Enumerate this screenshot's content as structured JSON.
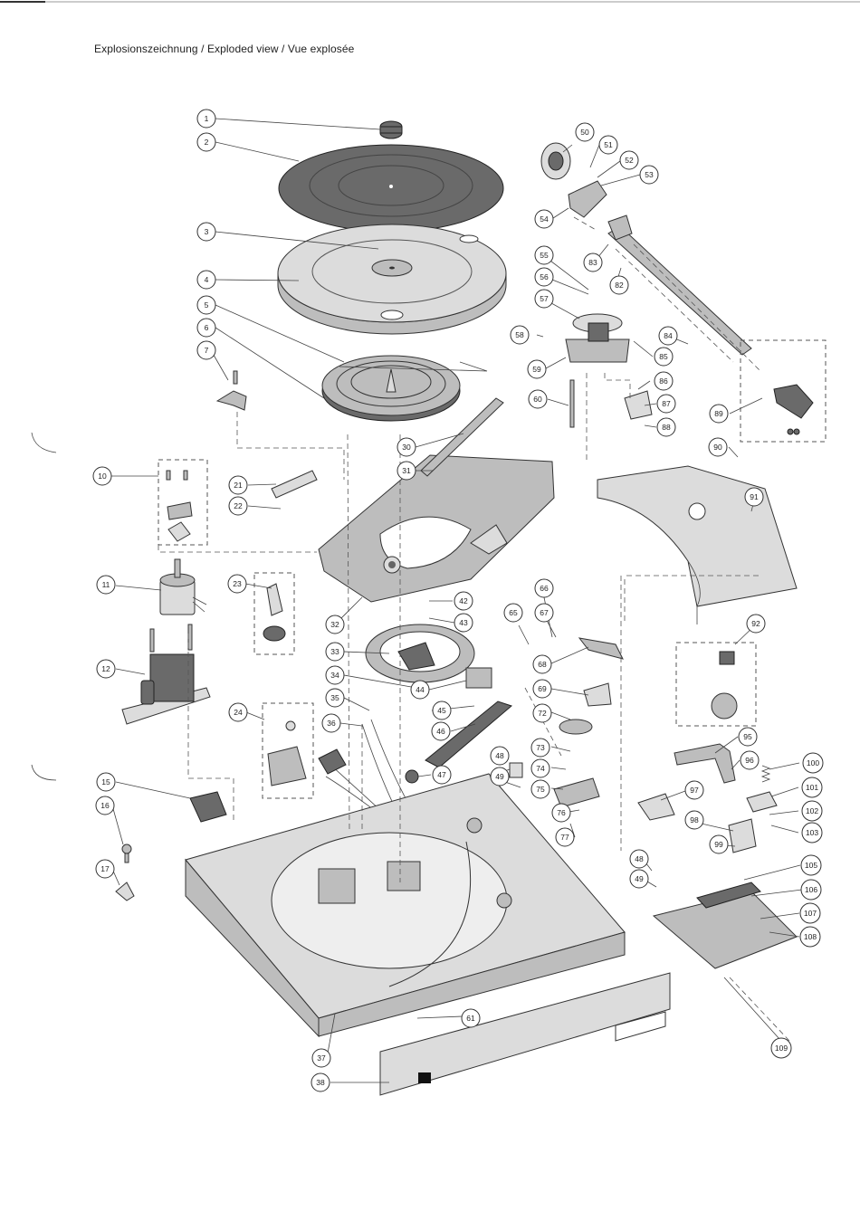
{
  "title": "Explosionszeichnung / Exploded view / Vue explosée",
  "callouts": [
    "1",
    "2",
    "3",
    "4",
    "5",
    "6",
    "7",
    "10",
    "11",
    "12",
    "15",
    "16",
    "17",
    "21",
    "22",
    "23",
    "24",
    "30",
    "31",
    "32",
    "33",
    "34",
    "35",
    "36",
    "37",
    "38",
    "42",
    "43",
    "44",
    "45",
    "46",
    "47",
    "48",
    "49",
    "50",
    "51",
    "52",
    "53",
    "54",
    "55",
    "56",
    "57",
    "58",
    "59",
    "60",
    "61",
    "65",
    "66",
    "67",
    "68",
    "69",
    "72",
    "73",
    "74",
    "75",
    "76",
    "77",
    "82",
    "83",
    "84",
    "85",
    "86",
    "87",
    "88",
    "89",
    "90",
    "91",
    "92",
    "95",
    "96",
    "97",
    "98",
    "99",
    "100",
    "101",
    "102",
    "103",
    "105",
    "106",
    "107",
    "108",
    "109"
  ]
}
